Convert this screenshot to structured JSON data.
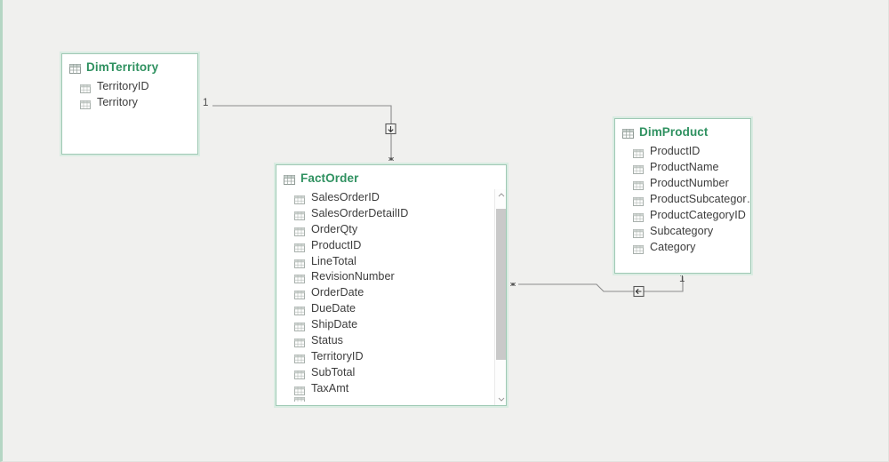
{
  "canvas": {
    "background_color": "#f0f0ee",
    "accent_border_color": "#b5d6c4",
    "title_color": "#2f9160",
    "field_color": "#3c3c3c",
    "card_border_color": "#9fc9b4",
    "relationship_line_color": "#8c8c8c"
  },
  "tables": [
    {
      "id": "dim-territory",
      "name": "DimTerritory",
      "icon": "table-icon",
      "fields": [
        {
          "name": "TerritoryID",
          "icon": "field-icon"
        },
        {
          "name": "Territory",
          "icon": "field-icon"
        }
      ],
      "has_scrollbar": false
    },
    {
      "id": "fact-order",
      "name": "FactOrder",
      "icon": "table-icon",
      "fields": [
        {
          "name": "SalesOrderID",
          "icon": "field-icon"
        },
        {
          "name": "SalesOrderDetailID",
          "icon": "field-icon"
        },
        {
          "name": "OrderQty",
          "icon": "field-icon"
        },
        {
          "name": "ProductID",
          "icon": "field-icon"
        },
        {
          "name": "LineTotal",
          "icon": "field-icon"
        },
        {
          "name": "RevisionNumber",
          "icon": "field-icon"
        },
        {
          "name": "OrderDate",
          "icon": "field-icon"
        },
        {
          "name": "DueDate",
          "icon": "field-icon"
        },
        {
          "name": "ShipDate",
          "icon": "field-icon"
        },
        {
          "name": "Status",
          "icon": "field-icon"
        },
        {
          "name": "TerritoryID",
          "icon": "field-icon"
        },
        {
          "name": "SubTotal",
          "icon": "field-icon"
        },
        {
          "name": "TaxAmt",
          "icon": "field-icon"
        }
      ],
      "has_scrollbar": true,
      "scrollbar": {
        "up_arrow_icon": "chevron-up-icon",
        "down_arrow_icon": "chevron-down-icon"
      }
    },
    {
      "id": "dim-product",
      "name": "DimProduct",
      "icon": "table-icon",
      "fields": [
        {
          "name": "ProductID",
          "icon": "field-icon"
        },
        {
          "name": "ProductName",
          "icon": "field-icon"
        },
        {
          "name": "ProductNumber",
          "icon": "field-icon"
        },
        {
          "name": "ProductSubcategor…",
          "icon": "field-icon"
        },
        {
          "name": "ProductCategoryID",
          "icon": "field-icon"
        },
        {
          "name": "Subcategory",
          "icon": "field-icon"
        },
        {
          "name": "Category",
          "icon": "field-icon"
        }
      ],
      "has_scrollbar": false
    }
  ],
  "relationships": [
    {
      "id": "territory-to-factorder",
      "from_table": "DimTerritory",
      "to_table": "FactOrder",
      "from_cardinality": "1",
      "to_cardinality": "*",
      "cross_filter_icon": "filter-direction-down-icon"
    },
    {
      "id": "factorder-to-product",
      "from_table": "FactOrder",
      "to_table": "DimProduct",
      "from_cardinality": "*",
      "to_cardinality": "1",
      "cross_filter_icon": "filter-direction-left-icon"
    }
  ]
}
